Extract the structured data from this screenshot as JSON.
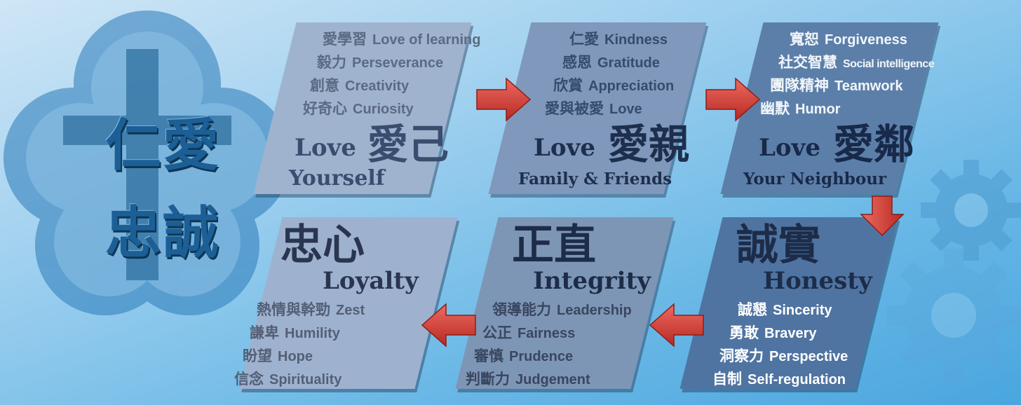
{
  "logo": {
    "motto_line1": "仁愛",
    "motto_line2": "忠誠"
  },
  "colors": {
    "background": "#6ab8e6",
    "arrow": "#d9413a",
    "logo": "#2b7bb9",
    "motto": "#1b5f96"
  },
  "icons": [
    "cross-icon",
    "flower-emblem-icon",
    "gear-icon",
    "arrow-right-icon",
    "arrow-down-icon",
    "arrow-left-icon"
  ],
  "panels": {
    "yourself": {
      "traits": [
        {
          "zh": "愛學習",
          "en": "Love of learning"
        },
        {
          "zh": "毅力",
          "en": "Perseverance"
        },
        {
          "zh": "創意",
          "en": "Creativity"
        },
        {
          "zh": "好奇心",
          "en": "Curiosity"
        }
      ],
      "love": "Love",
      "title_zh": "愛己",
      "title_en": "Yourself"
    },
    "family": {
      "traits": [
        {
          "zh": "仁愛",
          "en": "Kindness"
        },
        {
          "zh": "感恩",
          "en": "Gratitude"
        },
        {
          "zh": "欣賞",
          "en": "Appreciation"
        },
        {
          "zh": "愛與被愛",
          "en": "Love"
        }
      ],
      "love": "Love",
      "title_zh": "愛親",
      "title_en": "Family & Friends"
    },
    "neighbour": {
      "traits": [
        {
          "zh": "寬恕",
          "en": "Forgiveness"
        },
        {
          "zh": "社交智慧",
          "en": "Social intelligence"
        },
        {
          "zh": "團隊精神",
          "en": "Teamwork"
        },
        {
          "zh": "幽默",
          "en": "Humor"
        }
      ],
      "love": "Love",
      "title_zh": "愛鄰",
      "title_en": "Your Neighbour"
    },
    "honesty": {
      "title_zh": "誠實",
      "title_en": "Honesty",
      "traits": [
        {
          "zh": "誠懇",
          "en": "Sincerity"
        },
        {
          "zh": "勇敢",
          "en": "Bravery"
        },
        {
          "zh": "洞察力",
          "en": "Perspective"
        },
        {
          "zh": "自制",
          "en": "Self-regulation"
        }
      ]
    },
    "integrity": {
      "title_zh": "正直",
      "title_en": "Integrity",
      "traits": [
        {
          "zh": "領導能力",
          "en": "Leadership"
        },
        {
          "zh": "公正",
          "en": "Fairness"
        },
        {
          "zh": "審慎",
          "en": "Prudence"
        },
        {
          "zh": "判斷力",
          "en": "Judgement"
        }
      ]
    },
    "loyalty": {
      "title_zh": "忠心",
      "title_en": "Loyalty",
      "traits": [
        {
          "zh": "熱情與幹勁",
          "en": "Zest"
        },
        {
          "zh": "謙卑",
          "en": "Humility"
        },
        {
          "zh": "盼望",
          "en": "Hope"
        },
        {
          "zh": "信念",
          "en": "Spirituality"
        }
      ]
    }
  }
}
